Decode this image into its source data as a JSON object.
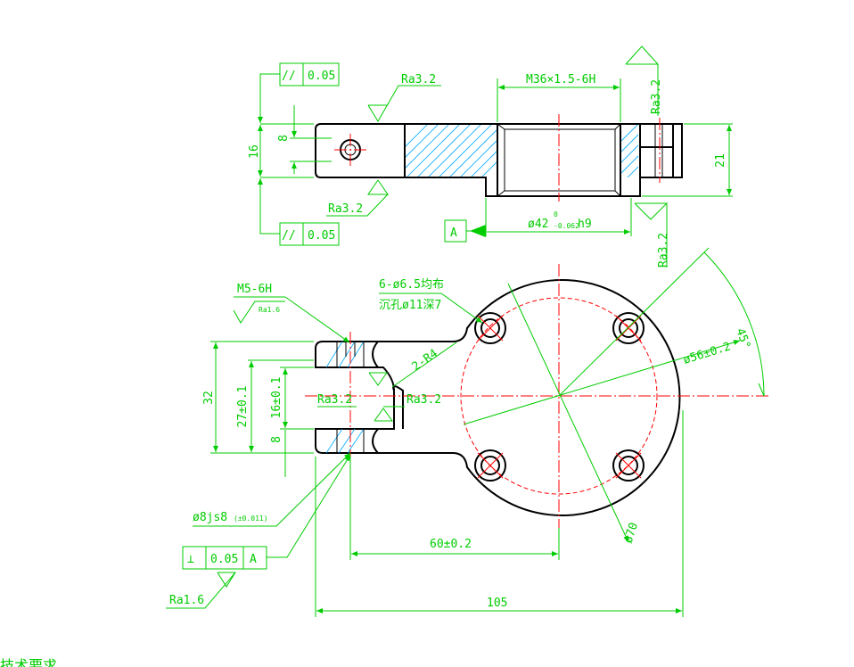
{
  "colors": {
    "outline": "#000000",
    "dimension": "#00cc00",
    "centerline": "#ff0000",
    "hatch": "#00aaff"
  },
  "top_view": {
    "parallel_top": {
      "symbol": "//",
      "value": "0.05"
    },
    "parallel_bottom": {
      "symbol": "//",
      "value": "0.05"
    },
    "thread_label": "M36×1.5-6H",
    "ra_top": "Ra3.2",
    "ra_bottom_left": "Ra3.2",
    "ra_right_top": "Ra3.2",
    "ra_right_bottom": "Ra3.2",
    "dim_16": "16",
    "dim_8": "8",
    "dim_21": "21",
    "datum_letter": "A",
    "diameter_label": "ø42",
    "tol_upper": "0",
    "tol_lower": "-0.062",
    "fit": "h9"
  },
  "front_view": {
    "thread_label": "M5-6H",
    "thread_ra": "Ra1.6",
    "holes_line1": "6-ø6.5均布",
    "holes_line2": "沉孔ø11深7",
    "radius_label": "2-R4",
    "ra_left": "Ra3.2",
    "ra_right": "Ra3.2",
    "dim_32": "32",
    "dim_27": "27±0.1",
    "dim_16": "16±0.1",
    "dim_8": "8",
    "angle": "45°",
    "pcd": "ø56±0.2",
    "outer_dia": "ø70",
    "bore_fit": "ø8js8",
    "bore_tol": "(±0.011)",
    "perp_symbol": "⊥",
    "perp_value": "0.05",
    "perp_datum": "A",
    "ra_bottom": "Ra1.6",
    "dim_60": "60±0.2",
    "dim_105": "105"
  },
  "notes": {
    "title": "技术要求"
  }
}
